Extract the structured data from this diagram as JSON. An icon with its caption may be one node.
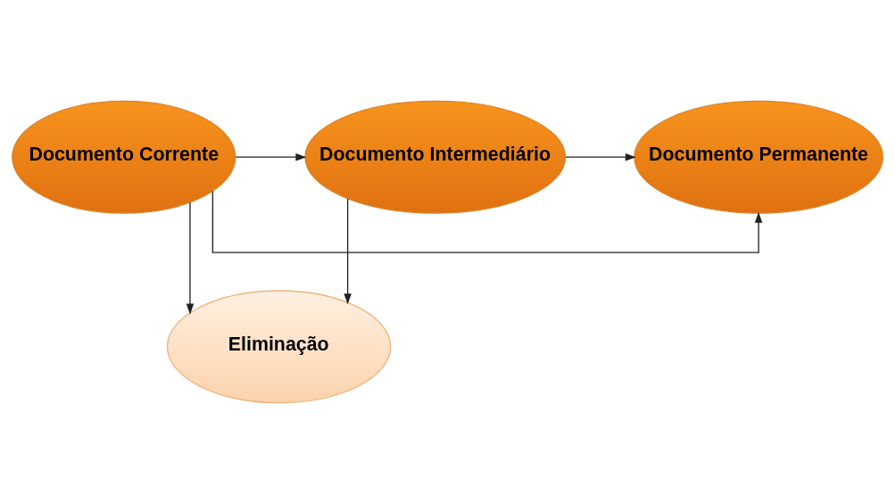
{
  "diagram": {
    "nodes": [
      {
        "text": [
          "Documento Corrente"
        ]
      },
      {
        "text": [
          "Documento Intermediário"
        ]
      },
      {
        "text": [
          "Documento Permanente"
        ]
      },
      {
        "text": [
          "Eliminação"
        ]
      }
    ],
    "edges": [
      {
        "from": 0,
        "to": 1,
        "arrow": "to"
      },
      {
        "from": 1,
        "to": 2,
        "arrow": "to"
      },
      {
        "from": 0,
        "to": 2,
        "arrow": "to"
      },
      {
        "from": 1,
        "to": 3,
        "arrow": "to"
      },
      {
        "from": 0,
        "to": 3,
        "arrow": "to"
      }
    ]
  }
}
